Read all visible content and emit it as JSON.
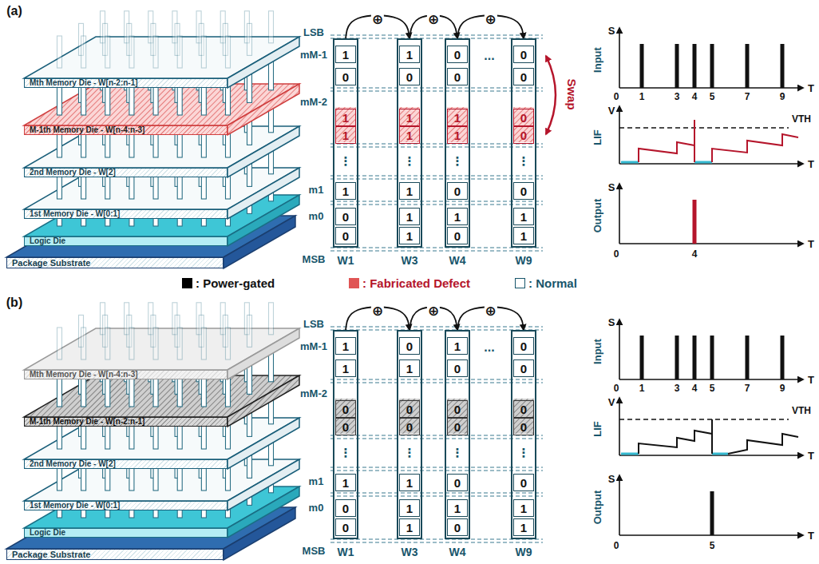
{
  "diagram": {
    "nodes": [
      {
        "text": [
          "Mth Memory Die - W[n-2:n-1]"
        ]
      },
      {
        "text": [
          "M-1th Memory Die - W[n-4:n-3]"
        ]
      },
      {
        "text": [
          "2nd Memory Die - W[2]"
        ]
      },
      {
        "text": [
          "1st Memory Die - W[0:1]"
        ]
      },
      {
        "text": [
          "Logic Die"
        ]
      },
      {
        "text": [
          "Package Substrate"
        ]
      },
      {
        "text": [
          "W1",
          "1",
          "0",
          "1",
          "1",
          "⋮",
          "1",
          "0",
          "0"
        ]
      },
      {
        "text": [
          "W3",
          "1",
          "0",
          "1",
          "1",
          "⋮",
          "1",
          "1",
          "1"
        ]
      },
      {
        "text": [
          "W4",
          "0",
          "0",
          "1",
          "1",
          "⋮",
          "0",
          "1",
          "0"
        ]
      },
      {
        "text": [
          "W9",
          "0",
          "0",
          "0",
          "0",
          "⋮",
          "0",
          "1",
          "1"
        ]
      },
      {
        "text": [
          "Mth Memory Die - W[n-4:n-3]"
        ]
      },
      {
        "text": [
          "M-1th Memory Die - W[n-2:n-1]"
        ]
      },
      {
        "text": [
          "2nd Memory Die - W[2]"
        ]
      },
      {
        "text": [
          "1st Memory Die - W[0:1]"
        ]
      },
      {
        "text": [
          "Logic Die"
        ]
      },
      {
        "text": [
          "Package Substrate"
        ]
      },
      {
        "text": [
          "W1",
          "1",
          "1",
          "0",
          "0",
          "⋮",
          "1",
          "0",
          "0"
        ]
      },
      {
        "text": [
          "W3",
          "0",
          "1",
          "0",
          "0",
          "⋮",
          "1",
          "1",
          "1"
        ]
      },
      {
        "text": [
          "W4",
          "1",
          "0",
          "0",
          "0",
          "⋮",
          "0",
          "1",
          "0"
        ]
      },
      {
        "text": [
          "W9",
          "0",
          "0",
          "0",
          "0",
          "⋮",
          "0",
          "1",
          "1"
        ]
      }
    ],
    "edges": [
      {
        "from": 6,
        "to": 7,
        "label": "⊕",
        "arrow": "to"
      },
      {
        "from": 7,
        "to": 8,
        "label": "⊕",
        "arrow": "to"
      },
      {
        "from": 8,
        "to": 9,
        "label": "⊕",
        "arrow": "to"
      },
      {
        "from": 16,
        "to": 17,
        "label": "⊕",
        "arrow": "to"
      },
      {
        "from": 17,
        "to": 18,
        "label": "⊕",
        "arrow": "to"
      },
      {
        "from": 18,
        "to": 19,
        "label": "⊕",
        "arrow": "to"
      }
    ],
    "labels": [
      "(a)",
      "LSB",
      "mM-1",
      "mM-2",
      "m1",
      "m0",
      "MSB",
      "...",
      "Swap",
      "S",
      "Input",
      "0",
      "1",
      "3",
      "4",
      "5",
      "7",
      "9",
      "T",
      "V",
      "VTH",
      "LIF",
      "T",
      "S",
      "Output",
      "0",
      "4",
      "T",
      "(b)",
      "LSB",
      "mM-1",
      "mM-2",
      "m1",
      "m0",
      "MSB",
      "...",
      "S",
      "Input",
      "0",
      "1",
      "3",
      "4",
      "5",
      "7",
      "9",
      "T",
      "V",
      "VTH",
      "LIF",
      "T",
      "S",
      "Output",
      "0",
      "5",
      "T"
    ],
    "legend": [
      {
        "text": ": Power-gated",
        "color": "#000000"
      },
      {
        "text": ": Fabricated Defect",
        "color": "#e05555"
      },
      {
        "text": ": Normal",
        "color": "#ffffff"
      }
    ]
  }
}
